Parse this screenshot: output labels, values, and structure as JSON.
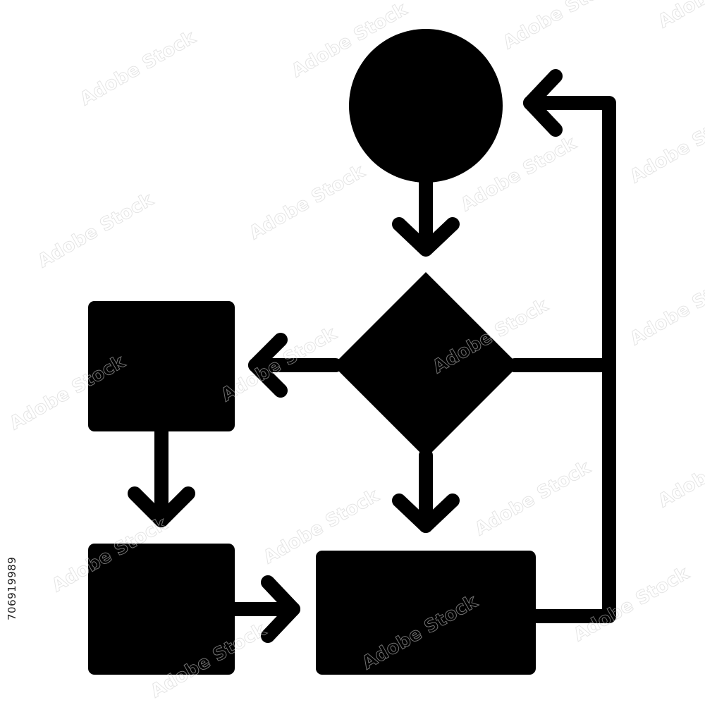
{
  "image": {
    "stock_id": "706919989",
    "watermark": "Adobe Stock"
  },
  "diagram": {
    "nodes": [
      {
        "id": "start",
        "shape": "circle"
      },
      {
        "id": "decision",
        "shape": "diamond"
      },
      {
        "id": "left-process",
        "shape": "rounded-square"
      },
      {
        "id": "bottom-left-process",
        "shape": "rounded-square"
      },
      {
        "id": "bottom-process",
        "shape": "rounded-rectangle"
      }
    ],
    "edges": [
      {
        "from": "start",
        "to": "decision"
      },
      {
        "from": "decision",
        "to": "left-process"
      },
      {
        "from": "decision",
        "to": "bottom-process"
      },
      {
        "from": "left-process",
        "to": "bottom-left-process"
      },
      {
        "from": "bottom-left-process",
        "to": "bottom-process"
      },
      {
        "from": "bottom-process",
        "to": "start",
        "route": "loop-back-right"
      },
      {
        "from": "decision",
        "to": "loop-line",
        "route": "right-branch"
      }
    ],
    "colors": {
      "fill": "#000000",
      "background": "#ffffff"
    }
  }
}
